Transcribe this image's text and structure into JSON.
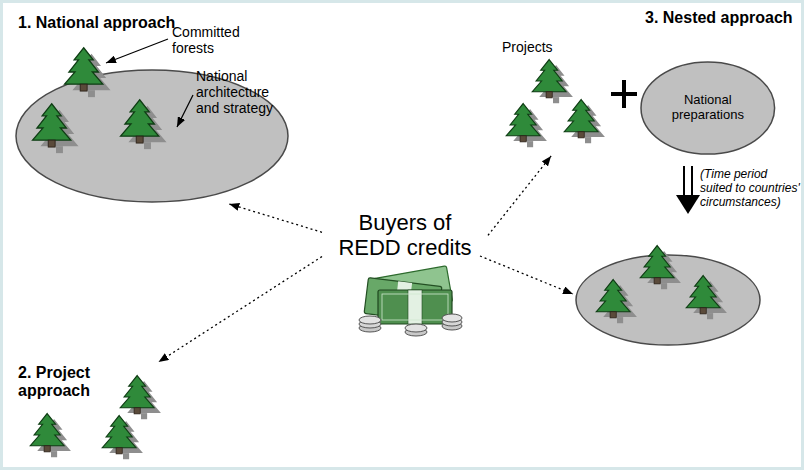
{
  "diagram": {
    "nodes": [
      {
        "text": [
          "1. National approach"
        ]
      },
      {
        "text": [
          "2. Project approach"
        ]
      },
      {
        "text": [
          "Buyers of REDD credits"
        ]
      },
      {
        "text": [
          "Projects"
        ]
      },
      {
        "text": [
          "National preparations"
        ]
      }
    ],
    "edges": [
      {
        "from": 2,
        "to": 0,
        "arrow": "to"
      },
      {
        "from": 2,
        "to": 1,
        "arrow": "to"
      },
      {
        "from": 2,
        "to": 3,
        "arrow": "to"
      }
    ],
    "labels": [
      "Committed forests",
      "National architecture and strategy",
      "3. Nested approach",
      "(Time period suited to countries' circumstances)"
    ]
  }
}
